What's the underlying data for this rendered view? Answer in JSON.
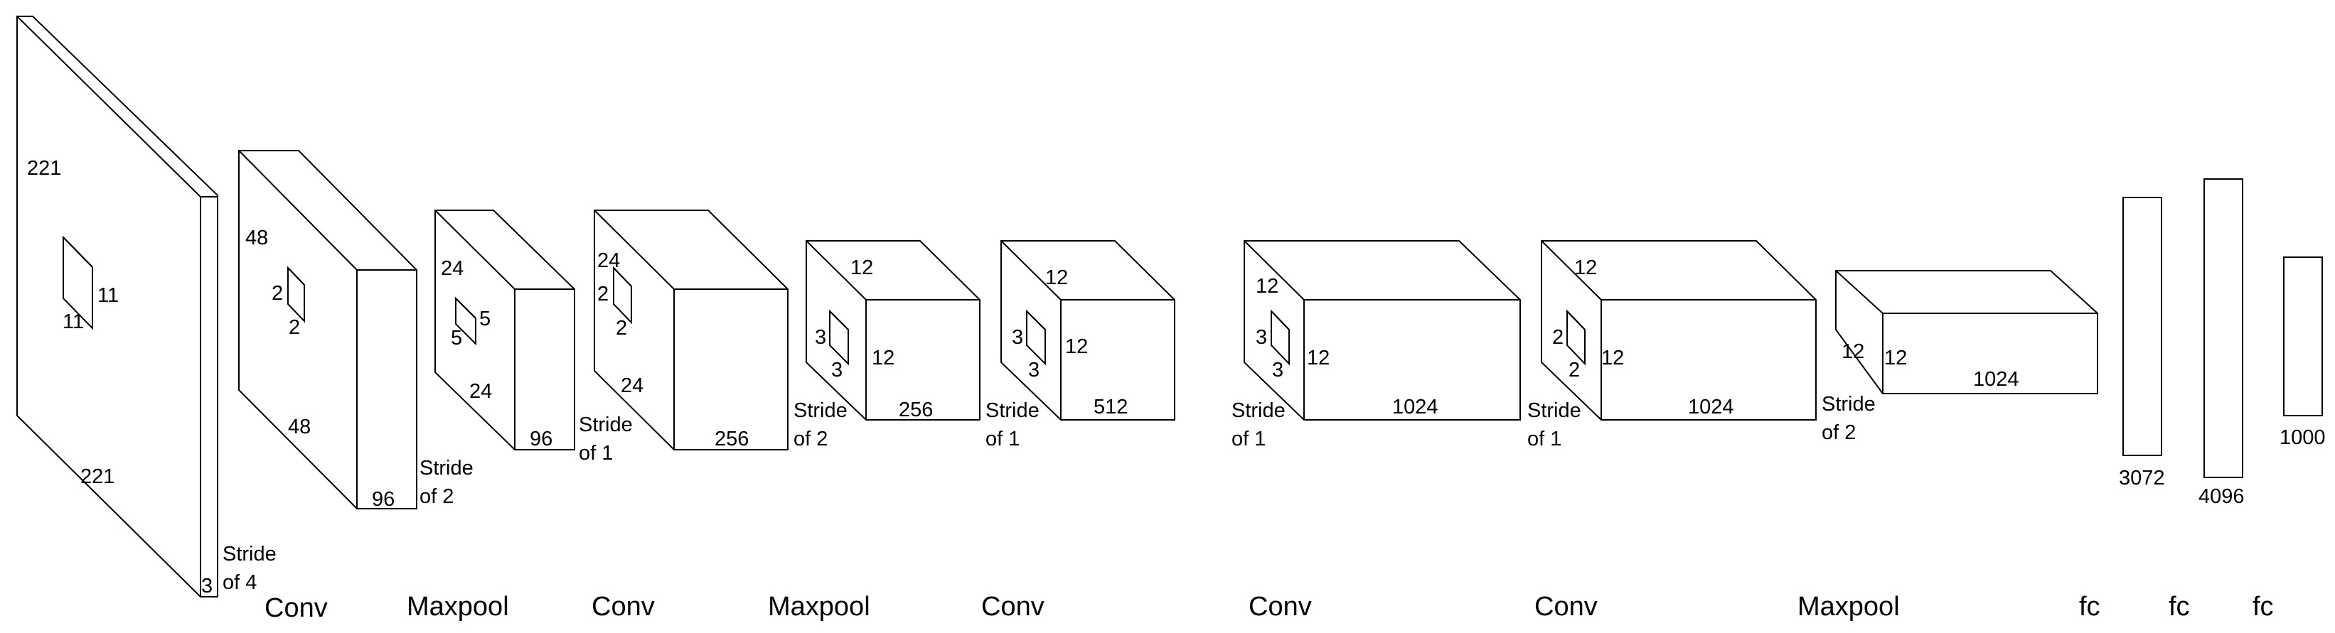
{
  "blocks": [
    {
      "id": "input",
      "labels": [
        "221",
        "221",
        "3"
      ],
      "kernel": [
        "11",
        "11"
      ],
      "stride": [
        "Stride",
        "of 4"
      ]
    },
    {
      "id": "conv1",
      "labels": [
        "48",
        "48",
        "96"
      ],
      "kernel": [
        "2",
        "2"
      ],
      "stride": [
        "Stride",
        "of 2"
      ]
    },
    {
      "id": "pool1",
      "labels": [
        "24",
        "24",
        "96"
      ],
      "kernel": [
        "5",
        "5"
      ],
      "stride": [
        "Stride",
        "of 1"
      ]
    },
    {
      "id": "conv2",
      "labels": [
        "24",
        "24",
        "256"
      ],
      "kernel": [
        "2",
        "2"
      ],
      "stride": [
        "Stride",
        "of 2"
      ]
    },
    {
      "id": "pool2",
      "labels": [
        "12",
        "256"
      ],
      "kernel": [
        "3",
        "3"
      ],
      "stride": [
        "Stride",
        "of 1"
      ]
    },
    {
      "id": "conv3",
      "labels": [
        "12",
        "512",
        "12"
      ],
      "kernel": [
        "3",
        "3"
      ],
      "stride": [
        "Stride",
        "of 1"
      ]
    },
    {
      "id": "conv4",
      "labels": [
        "12",
        "1024",
        "12"
      ],
      "kernel": [
        "3",
        "3"
      ],
      "stride": [
        "Stride",
        "of 1"
      ]
    },
    {
      "id": "conv5",
      "labels": [
        "12",
        "1024",
        "12"
      ],
      "kernel": [
        "2",
        "2"
      ],
      "stride": [
        "Stride",
        "of 2"
      ]
    },
    {
      "id": "pool3",
      "labels": [
        "12",
        "12",
        "1024"
      ]
    }
  ],
  "fc_layers": [
    "3072",
    "4096",
    "1000"
  ],
  "layer_names": [
    "Conv",
    "Maxpool",
    "Conv",
    "Maxpool",
    "Conv",
    "Conv",
    "Conv",
    "Maxpool",
    "fc",
    "fc",
    "fc"
  ]
}
